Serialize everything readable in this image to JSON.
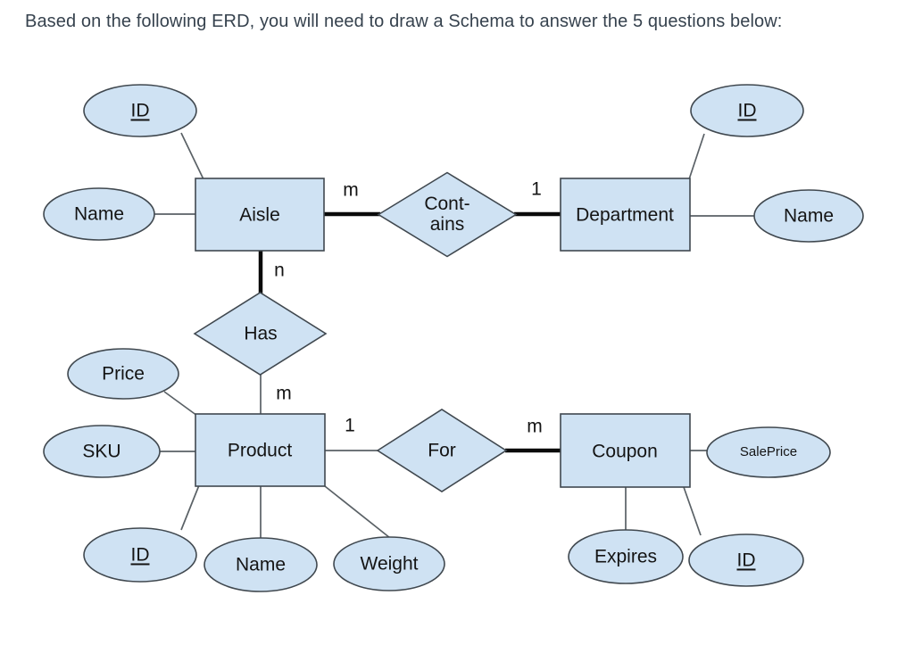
{
  "title": "Based on the following ERD, you will need to draw a Schema to answer the 5 questions below:",
  "colors": {
    "shape_fill": "#cfe2f3",
    "shape_border": "#40484f",
    "connector": "#5a6166",
    "connector_bold": "#0a0a0a",
    "text": "#141414",
    "title_text": "#36424e"
  },
  "diagram": {
    "entities": [
      {
        "label": "Aisle"
      },
      {
        "label": "Department"
      },
      {
        "label": "Product"
      },
      {
        "label": "Coupon"
      }
    ],
    "relationships": [
      {
        "label": "Cont-ains",
        "from": "Aisle",
        "to": "Department",
        "from_card": "m",
        "to_card": "1"
      },
      {
        "label": "Has",
        "from": "Aisle",
        "to": "Product",
        "from_card": "n",
        "to_card": "m"
      },
      {
        "label": "For",
        "from": "Product",
        "to": "Coupon",
        "from_card": "1",
        "to_card": "m"
      }
    ],
    "attributes": [
      {
        "label": "ID",
        "entity": "Aisle",
        "primary_key": true
      },
      {
        "label": "Name",
        "entity": "Aisle",
        "primary_key": false
      },
      {
        "label": "ID",
        "entity": "Department",
        "primary_key": true
      },
      {
        "label": "Name",
        "entity": "Department",
        "primary_key": false
      },
      {
        "label": "Price",
        "entity": "Product",
        "primary_key": false
      },
      {
        "label": "SKU",
        "entity": "Product",
        "primary_key": false
      },
      {
        "label": "ID",
        "entity": "Product",
        "primary_key": true
      },
      {
        "label": "Name",
        "entity": "Product",
        "primary_key": false
      },
      {
        "label": "Weight",
        "entity": "Product",
        "primary_key": false
      },
      {
        "label": "SalePrice",
        "entity": "Coupon",
        "primary_key": false
      },
      {
        "label": "Expires",
        "entity": "Coupon",
        "primary_key": false
      },
      {
        "label": "ID",
        "entity": "Coupon",
        "primary_key": true
      }
    ]
  }
}
